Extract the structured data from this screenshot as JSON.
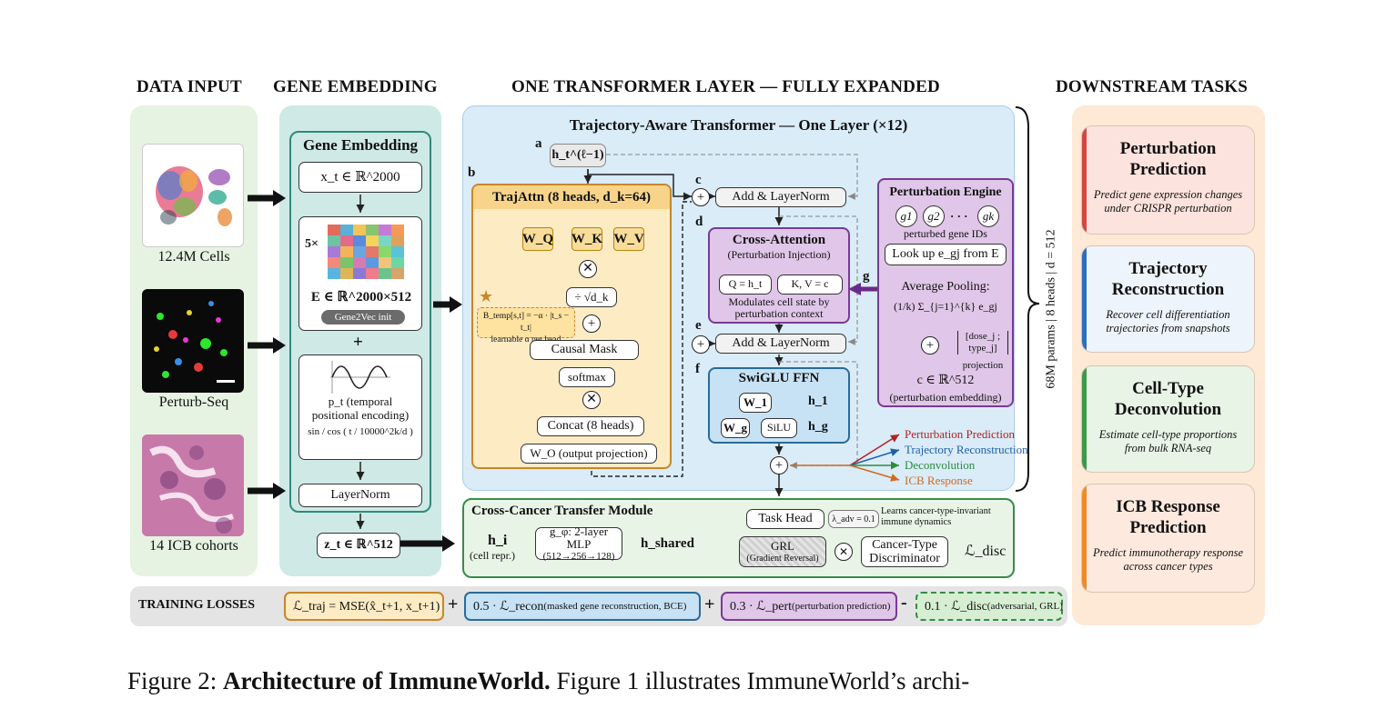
{
  "columns": {
    "data_input": "DATA INPUT",
    "gene_embedding": "GENE EMBEDDING",
    "transformer": "ONE TRANSFORMER LAYER — FULLY EXPANDED",
    "downstream": "DOWNSTREAM TASKS"
  },
  "data_input": {
    "cells_label": "12.4M Cells",
    "perturb_label": "Perturb-Seq",
    "icb_label": "14 ICB cohorts"
  },
  "gene_embedding": {
    "title": "Gene Embedding",
    "xt": "x_t ∈ ℝ^2000",
    "multiplier": "5×",
    "E_label": "E ∈ ℝ^2000×512",
    "gene2vec": "Gene2Vec init",
    "plus": "+",
    "pt_line1": "p_t (temporal",
    "pt_line2": "positional encoding)",
    "sincos": "sin / cos ( t / 10000^2k/d )",
    "layernorm": "LayerNorm",
    "zt": "z_t ∈ ℝ^512"
  },
  "transformer": {
    "title": "Trajectory-Aware Transformer — One Layer (×12)",
    "label_a": "a",
    "label_b": "b",
    "label_c": "c",
    "label_d": "d",
    "label_e": "e",
    "label_f": "f",
    "label_g": "g",
    "h_prev": "h_t^(ℓ−1)",
    "trajattn_title": "TrajAttn (8 heads, d_k=64)",
    "wq": "W_Q",
    "wk": "W_K",
    "wv": "W_V",
    "scale": "÷ √d_k",
    "btemp_line1": "B_temp[s,t] = −α · |t_s − t_t|",
    "btemp_line2": "learnable α per head",
    "causal_mask": "Causal Mask",
    "softmax": "softmax",
    "concat": "Concat (8 heads)",
    "wo": "W_O (output projection)",
    "addnorm1": "Add & LayerNorm",
    "addnorm2": "Add & LayerNorm",
    "cross_title": "Cross-Attention",
    "cross_sub": "(Perturbation Injection)",
    "q_eq": "Q = h_t",
    "kv_eq": "K, V = c",
    "cross_desc1": "Modulates cell state by",
    "cross_desc2": "perturbation context",
    "swiglu_title": "SwiGLU FFN",
    "w1": "W_1",
    "wg": "W_g",
    "silu": "SiLU",
    "h1": "h_1",
    "hg": "h_g",
    "side_note": "68M params | 8 heads | d = 512"
  },
  "perturbation_engine": {
    "title": "Perturbation Engine",
    "g1": "g1",
    "g2": "g2",
    "dots": "· · ·",
    "gk": "gk",
    "ids_label": "perturbed gene IDs",
    "lookup": "Look up e_gj from E",
    "avg_pool": "Average Pooling:",
    "avg_formula": "(1/k) Σ_{j=1}^{k} e_gj",
    "dose": "[dose_j ; type_j]",
    "projection": "projection",
    "c_eq": "c ∈ ℝ^512",
    "c_desc": "(perturbation embedding)"
  },
  "outputs": {
    "o1": "Perturbation Prediction",
    "o2": "Trajectory Reconstruction",
    "o3": "Deconvolution",
    "o4": "ICB Response"
  },
  "output_colors": {
    "o1": "#b22222",
    "o2": "#1f5fa8",
    "o3": "#2e8b3e",
    "o4": "#d2691e"
  },
  "cross_cancer": {
    "title": "Cross-Cancer Transfer Module",
    "hi": "h_i",
    "hi_sub": "(cell repr.)",
    "mlp_line1": "g_φ: 2-layer MLP",
    "mlp_line2": "(512→256→128)",
    "hshared": "h_shared",
    "task_head": "Task Head",
    "lambda": "λ_adv = 0.1",
    "learns1": "Learns cancer-type-invariant",
    "learns2": "immune dynamics",
    "grl": "GRL",
    "grl_sub": "(Gradient Reversal)",
    "disc_line1": "Cancer-Type",
    "disc_line2": "Discriminator",
    "ldisc": "ℒ_disc"
  },
  "losses": {
    "label": "TRAINING LOSSES",
    "traj": "ℒ_traj = MSE(x̂_t+1, x_t+1)",
    "plus1": "+",
    "recon": "0.5 · ℒ_recon",
    "recon_sub": "(masked gene reconstruction, BCE)",
    "plus2": "+",
    "pert": "0.3 · ℒ_pert",
    "pert_sub": "(perturbation prediction)",
    "minus": "-",
    "disc": "0.1 · ℒ_disc",
    "disc_sub": "(adversarial, GRL)"
  },
  "tasks": [
    {
      "title": "Perturbation Prediction",
      "desc": "Predict gene expression changes under CRISPR perturbation",
      "color": "#d9453e",
      "bg": "#fde3de"
    },
    {
      "title": "Trajectory Reconstruction",
      "desc": "Recover cell differentiation trajectories from snapshots",
      "color": "#2a6fc0",
      "bg": "#eef4fb"
    },
    {
      "title": "Cell-Type Deconvolution",
      "desc": "Estimate cell-type proportions from bulk RNA-seq",
      "color": "#3a9a48",
      "bg": "#e8f5e6"
    },
    {
      "title": "ICB Response Prediction",
      "desc": "Predict immunotherapy response across cancer types",
      "color": "#f08a24",
      "bg": "#fde9de"
    }
  ],
  "caption": {
    "prefix": "Figure 2:",
    "bold": "Architecture of ImmuneWorld.",
    "rest": "Figure 1 illustrates ImmuneWorld’s archi-"
  }
}
